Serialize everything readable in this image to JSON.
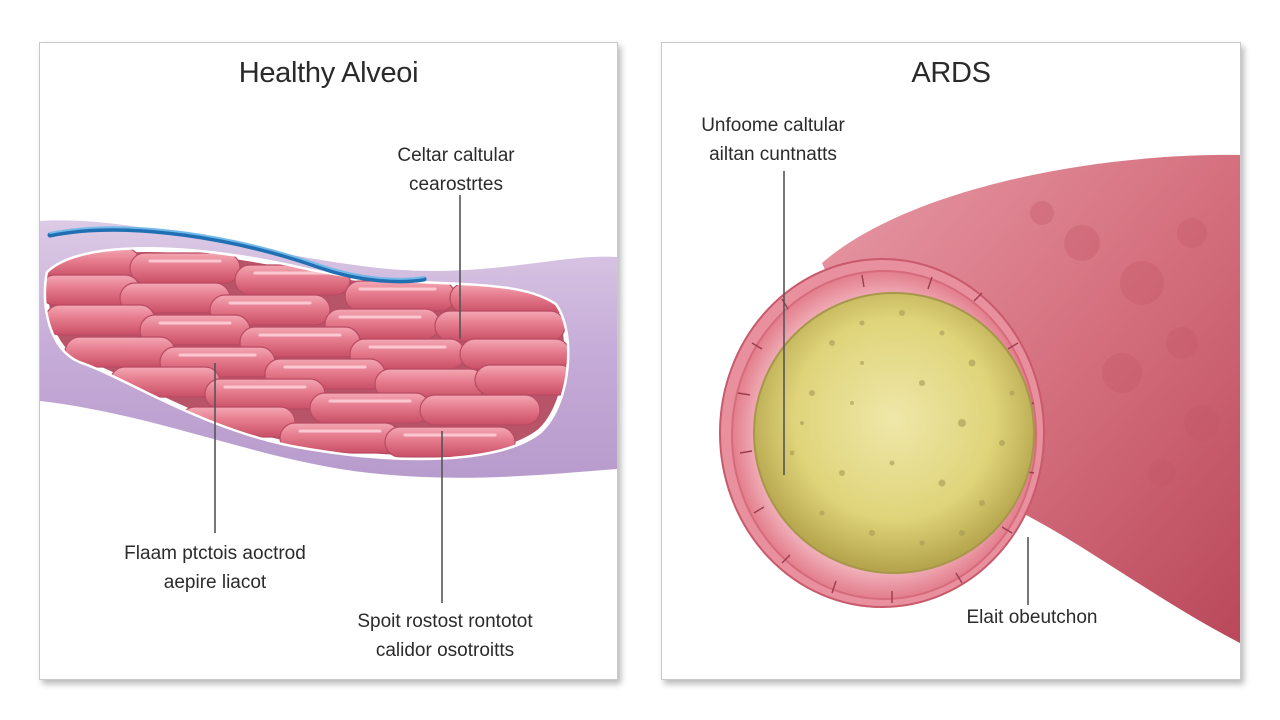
{
  "panels": {
    "healthy": {
      "title": "Healthy Alveoi",
      "labels": {
        "top_right": [
          "Celtar caltular",
          "cearostrtes"
        ],
        "bottom_left": [
          "Flaam ptctois aoctrod",
          "aepire liacot"
        ],
        "bottom_right": [
          "Spoit rostost rontotot",
          "calidor osotroitts"
        ]
      }
    },
    "ards": {
      "title": "ARDS",
      "labels": {
        "top_left": [
          "Unfoome caltular",
          "ailtan cuntnatts"
        ],
        "bottom": "Elait obeutchon"
      }
    }
  },
  "colors": {
    "tissue_pink": "#e67a8c",
    "membrane_lavender": "#cdb3db",
    "edema_yellow": "#d9cf6e",
    "vessel_red": "#c9505f",
    "accent_blue": "#3a8fd0"
  }
}
